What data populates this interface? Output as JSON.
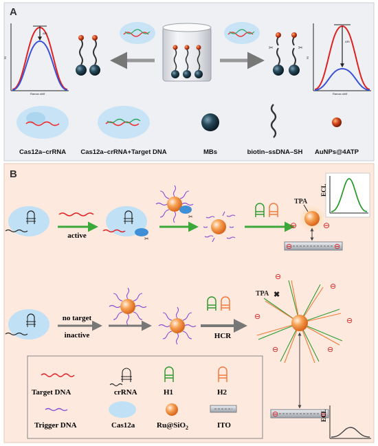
{
  "panels": {
    "a": {
      "label": "A",
      "plot_left": {
        "y_label": "RI",
        "x_label": "Raman shift",
        "delta_label": "ΔRI"
      },
      "plot_right": {
        "y_label": "RI",
        "x_label": "Raman shift",
        "delta_label": "ΔRI"
      },
      "legend": [
        "Cas12a–crRNA",
        "Cas12a–crRNA+Target DNA",
        "MBs",
        "biotin–ssDNA–SH",
        "AuNPs@4ATP"
      ]
    },
    "b": {
      "label": "B",
      "labels": {
        "active": "active",
        "tpa_top": "TPA",
        "ecl_top": "ECL",
        "no_target": "no target",
        "inactive": "inactive",
        "hcr": "HCR",
        "tpa_bottom": "TPA",
        "ecl_bottom": "ECL",
        "minus": "⊖"
      },
      "legend": {
        "target_dna": "Target DNA",
        "crrna": "crRNA",
        "h1": "H1",
        "h2": "H2",
        "trigger_dna": "Trigger DNA",
        "cas12a": "Cas12a",
        "ru_sio2": "Ru@SiO",
        "ru_sio2_sub": "2",
        "ito": "ITO"
      }
    }
  },
  "colors": {
    "panel_a_bg": "#eef0f4",
    "panel_b_bg": "#fde9de",
    "red_curve": "#e02020",
    "blue_curve": "#3b52d6",
    "arrow_green": "#3aa83a",
    "arrow_gray": "#777777",
    "sphere_orange": "#f59a4a",
    "hairpin_green": "#2e9a2e",
    "hairpin_orange": "#f07a3a",
    "trigger_purple": "#8a4bd0",
    "target_red": "#e02424",
    "minus_red": "#d81c1c",
    "cas_blue": "#bfe0f5",
    "mb_dark": "#1d3a4a"
  }
}
